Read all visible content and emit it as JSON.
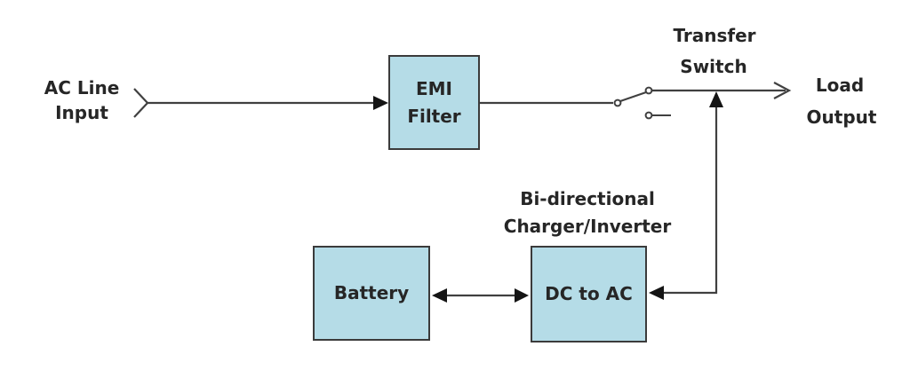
{
  "labels": {
    "ac_input": [
      "AC Line",
      "Input"
    ],
    "transfer_switch": [
      "Transfer",
      "Switch"
    ],
    "load_output": [
      "Load",
      "Output"
    ],
    "bidirectional": [
      "Bi-directional",
      "Charger/Inverter"
    ]
  },
  "boxes": {
    "emi_filter": [
      "EMI",
      "Filter"
    ],
    "battery": "Battery",
    "dc_to_ac": "DC to AC"
  },
  "colors": {
    "box_fill": "#b5dce7",
    "box_border": "#3b3b3b",
    "line": "#404040",
    "arrow": "#141414",
    "text": "#262626",
    "background": "#ffffff"
  }
}
